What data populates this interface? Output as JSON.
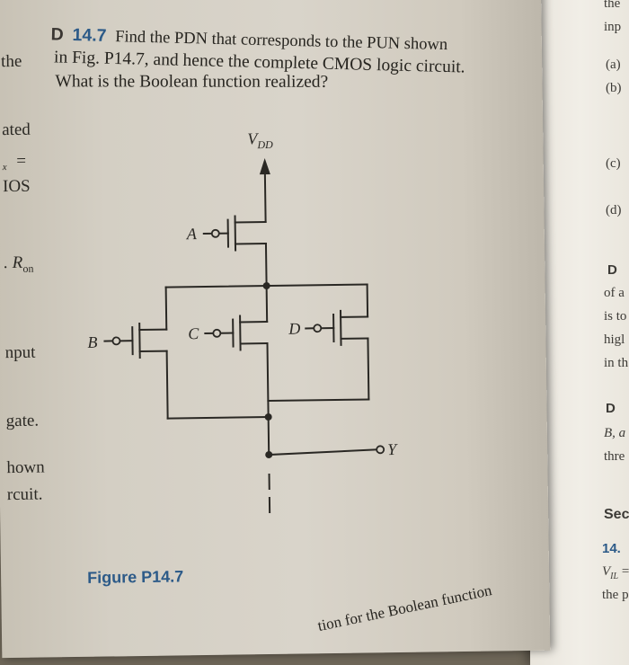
{
  "problem": {
    "label": "D",
    "number": "14.7",
    "line1": "Find the PDN that corresponds to the PUN shown",
    "line2": "in Fig. P14.7, and hence the complete CMOS logic circuit.",
    "line3": "What is the Boolean function realized?"
  },
  "left_margin": {
    "the": "the",
    "ated": "ated",
    "eq": "=",
    "eq_sub": "x",
    "ios": "IOS",
    "ron_prefix": ". R",
    "ron_sub": "on",
    "input": "nput",
    "gate": "gate.",
    "hown": "hown",
    "rcuit": "rcuit."
  },
  "right_margin": {
    "the": "the",
    "inp": "inp",
    "a": "(a)",
    "b": "(b)",
    "c": "(c)",
    "d": "(d)",
    "D1": "D",
    "ofa": "of a",
    "ist": "is to",
    "hig": "higl",
    "int": "in th",
    "D2": "D",
    "ba": "B, a",
    "thre": "thre",
    "sec": "Sec",
    "n14": "14.",
    "vil_v": "V",
    "vil_sub": "IL",
    "vil_eq": " =",
    "thep": "the p"
  },
  "circuit": {
    "vdd_main": "V",
    "vdd_sub": "DD",
    "input_a": "A",
    "input_b": "B",
    "input_c": "C",
    "input_d": "D",
    "output_y": "Y"
  },
  "figure_caption": "Figure P14.7",
  "footer_text": "tion for the Boolean function"
}
